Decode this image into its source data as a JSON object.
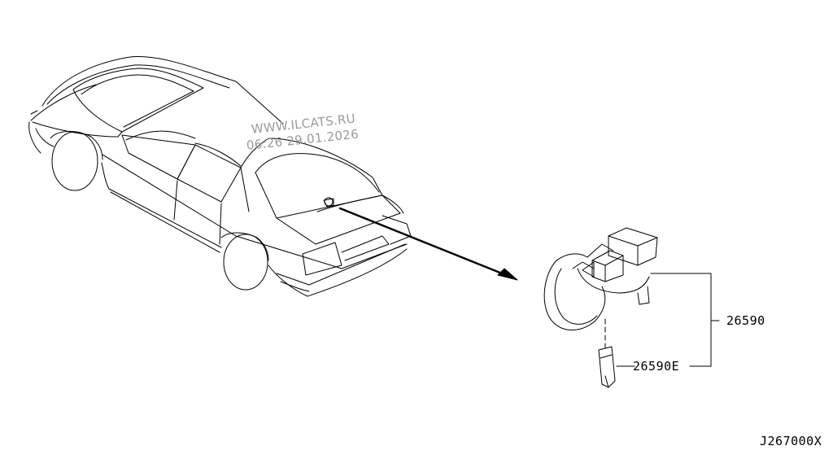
{
  "watermark": {
    "line1": "WWW.ILCATS.RU",
    "line2": "06:26 29.01.2026"
  },
  "parts": [
    {
      "id": "main",
      "number": "26590"
    },
    {
      "id": "bulb",
      "number": "26590E"
    }
  ],
  "diagram_code": "J267000X"
}
